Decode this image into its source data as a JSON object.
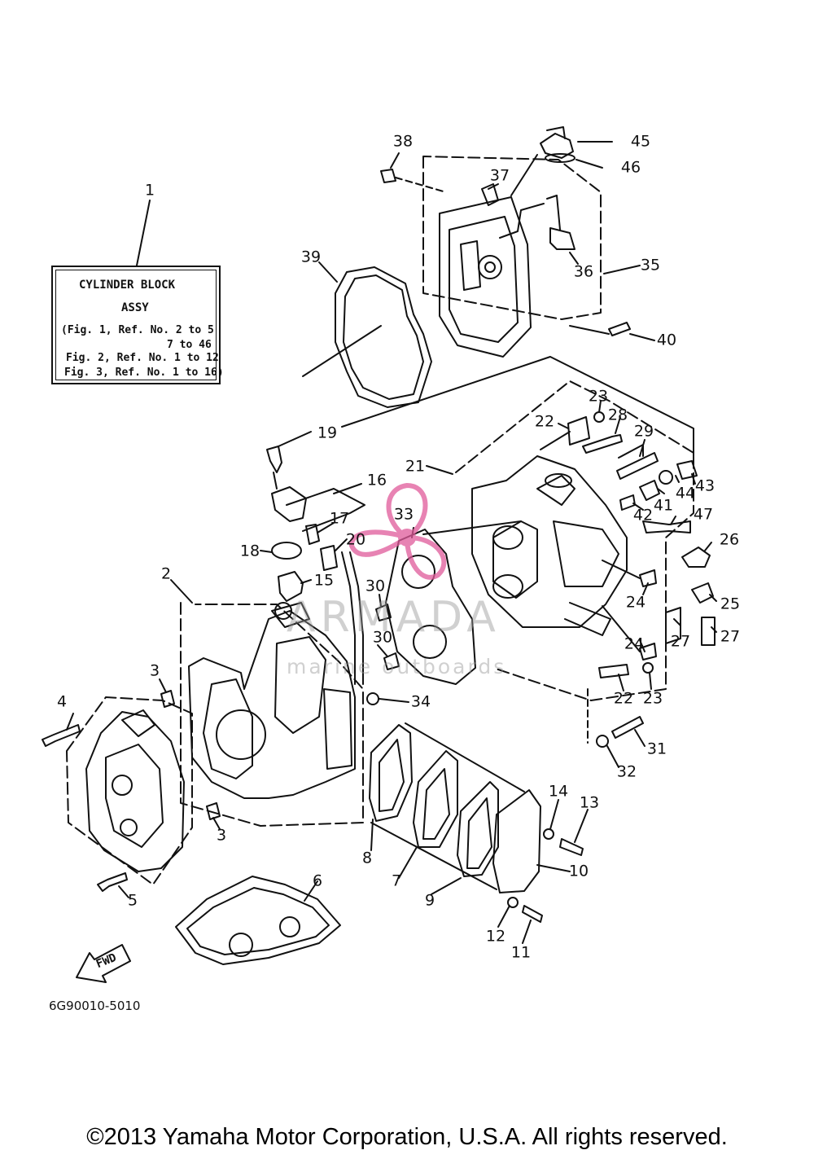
{
  "title_box": {
    "line1": "CYLINDER BLOCK",
    "line2": "ASSY",
    "line3": "(Fig. 1, Ref. No. 2 to 5",
    "line4": "7 to 46",
    "line5": "Fig. 2, Ref. No. 1 to 12",
    "line6": "Fig. 3, Ref. No. 1 to 16)"
  },
  "watermark": {
    "name": "ARMADA",
    "subtitle": "marine outboards",
    "color": "#e05a9a"
  },
  "fwd_label": "FWD",
  "doc_code": "6G90010-5010",
  "copyright": "©2013 Yamaha Motor Corporation, U.S.A. All rights reserved.",
  "callouts": {
    "c1": "1",
    "c2": "2",
    "c3a": "3",
    "c3b": "3",
    "c4": "4",
    "c5": "5",
    "c6": "6",
    "c7": "7",
    "c8": "8",
    "c9": "9",
    "c10": "10",
    "c11": "11",
    "c12": "12",
    "c13": "13",
    "c14": "14",
    "c15": "15",
    "c16": "16",
    "c17": "17",
    "c18": "18",
    "c19": "19",
    "c20": "20",
    "c21": "21",
    "c22a": "22",
    "c22b": "22",
    "c23a": "23",
    "c23b": "23",
    "c24a": "24",
    "c24b": "24",
    "c25": "25",
    "c26": "26",
    "c27a": "27",
    "c27b": "27",
    "c28": "28",
    "c29": "29",
    "c30a": "30",
    "c30b": "30",
    "c31": "31",
    "c32": "32",
    "c33": "33",
    "c34": "34",
    "c35": "35",
    "c36": "36",
    "c37": "37",
    "c38": "38",
    "c39": "39",
    "c40": "40",
    "c41": "41",
    "c42": "42",
    "c43": "43",
    "c44": "44",
    "c45": "45",
    "c46": "46",
    "c47": "47"
  }
}
